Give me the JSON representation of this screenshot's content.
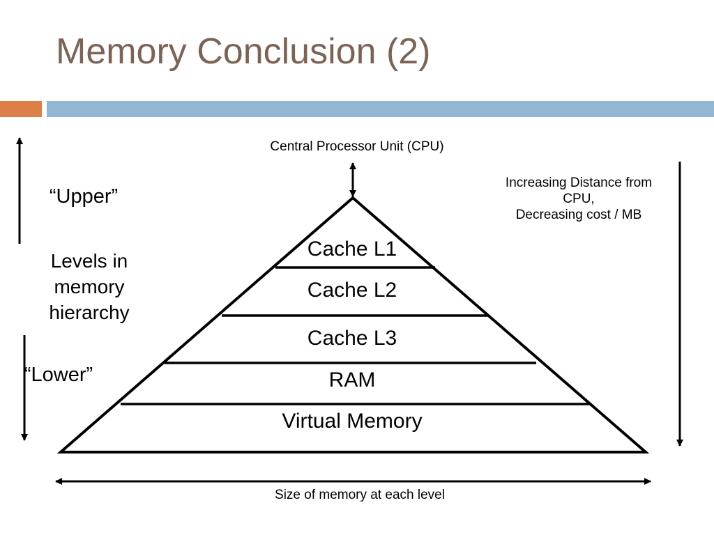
{
  "slide": {
    "title": "Memory Conclusion (2)",
    "colors": {
      "title": "#7b6455",
      "accent_orange": "#dd8047",
      "accent_blue": "#93b6d2"
    }
  },
  "diagram": {
    "cpu_label": "Central Processor Unit (CPU)",
    "levels": [
      "Cache L1",
      "Cache L2",
      "Cache L3",
      "RAM",
      "Virtual Memory"
    ],
    "left_labels": {
      "upper": "“Upper”",
      "levels_lines": [
        "Levels in",
        "memory",
        "hierarchy"
      ],
      "lower": "“Lower”"
    },
    "right_note_lines": [
      "Increasing Distance from",
      "CPU,",
      "Decreasing  cost / MB"
    ],
    "size_label": "Size of memory at each level"
  }
}
